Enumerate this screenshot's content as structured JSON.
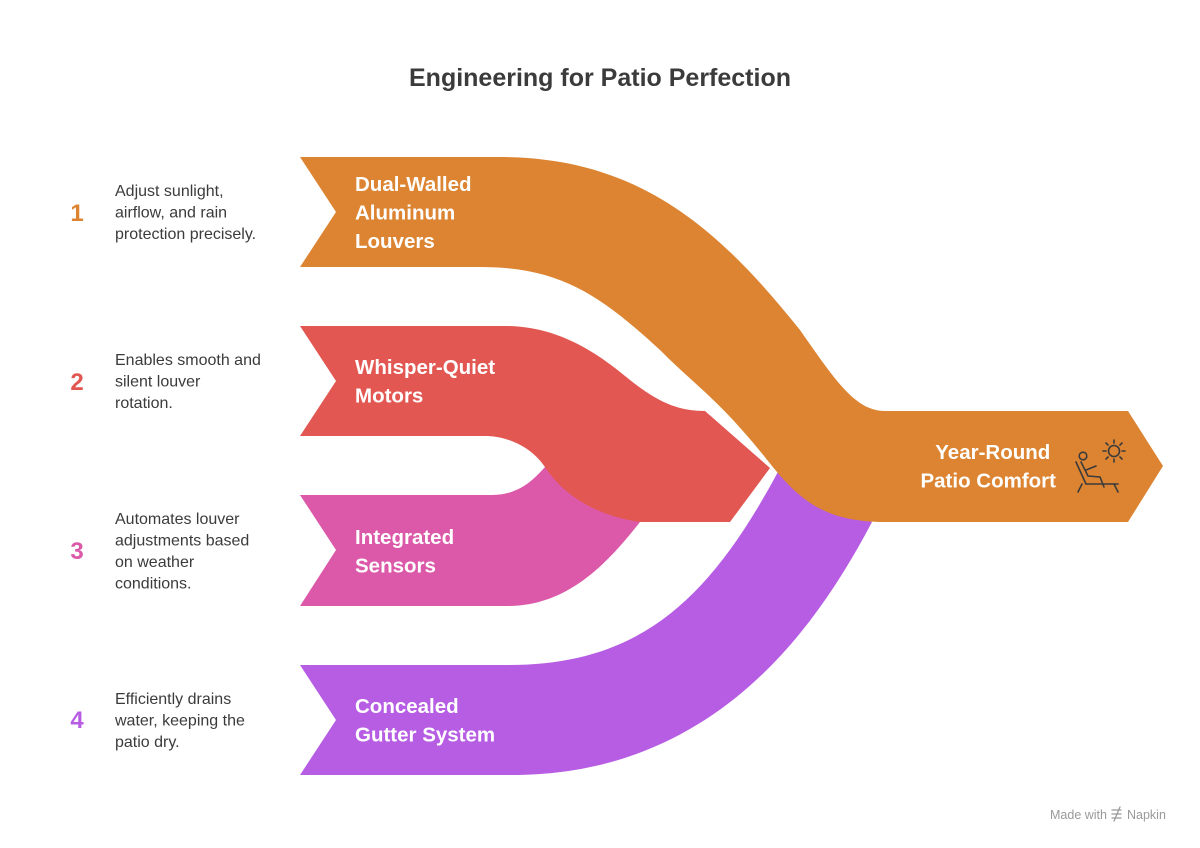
{
  "title": "Engineering for Patio Perfection",
  "colors": {
    "orange": "#DC8431",
    "red": "#E35752",
    "pink": "#DB59A8",
    "purple": "#B65DE3",
    "text": "#3B3B3B"
  },
  "items": [
    {
      "number": "1",
      "label_lines": [
        "Dual-Walled",
        "Aluminum",
        "Louvers"
      ],
      "desc_lines": [
        "Adjust sunlight,",
        "airflow, and rain",
        "protection precisely."
      ],
      "color": "#DC8431"
    },
    {
      "number": "2",
      "label_lines": [
        "Whisper-Quiet",
        "Motors"
      ],
      "desc_lines": [
        "Enables smooth and",
        "silent louver",
        "rotation."
      ],
      "color": "#E35752"
    },
    {
      "number": "3",
      "label_lines": [
        "Integrated",
        "Sensors"
      ],
      "desc_lines": [
        "Automates louver",
        "adjustments based",
        "on weather",
        "conditions."
      ],
      "color": "#DB59A8"
    },
    {
      "number": "4",
      "label_lines": [
        "Concealed",
        "Gutter System"
      ],
      "desc_lines": [
        "Efficiently drains",
        "water, keeping the",
        "patio dry."
      ],
      "color": "#B65DE3"
    }
  ],
  "outcome": {
    "label_lines": [
      "Year-Round",
      "Patio Comfort"
    ],
    "icon": "person-relaxing-in-sun-icon",
    "color": "#DC8431"
  },
  "credit": {
    "prefix": "Made with",
    "brand": "Napkin"
  }
}
